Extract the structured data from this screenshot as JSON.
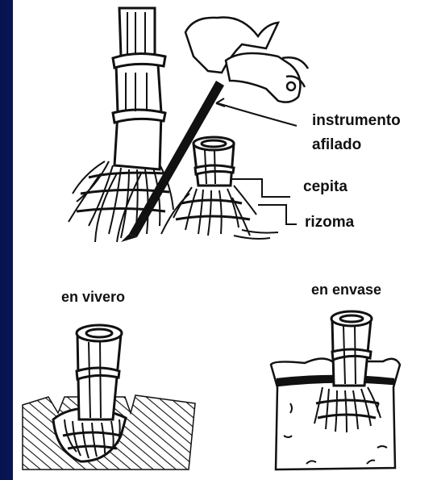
{
  "background": {
    "slide_color": "#0a1c6e",
    "panel_color": "#ffffff",
    "ink_color": "#111111"
  },
  "labels": {
    "instrumento": "instrumento",
    "afilado": "afilado",
    "cepita": "cepita",
    "rizoma": "rizoma",
    "en_vivero": "en vivero",
    "en_envase": "en envase"
  }
}
